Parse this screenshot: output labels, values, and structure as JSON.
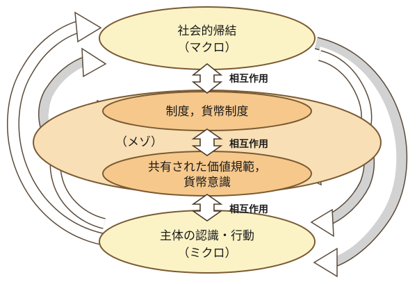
{
  "colors": {
    "macro_fill": "#fbf3c6",
    "meso_fill": "#f9dfb6",
    "inner_fill": "#f6c88c",
    "micro_fill": "#fbf3c6",
    "outline": "#7a5a32",
    "arrow_fill": "#ffffff",
    "arrow_shadow": "#c8c8c8"
  },
  "nodes": {
    "macro": {
      "line1": "社会的帰結",
      "line2": "（マクロ）"
    },
    "institution": {
      "line1": "制度，貨幣制度"
    },
    "meso": {
      "label": "（メゾ）"
    },
    "norms": {
      "line1": "共有された価値規範，",
      "line2": "貨幣意識"
    },
    "micro": {
      "line1": "主体の認識・行動",
      "line2": "（ミクロ）"
    }
  },
  "interactions": [
    {
      "label": "相互作用"
    },
    {
      "label": "相互作用"
    },
    {
      "label": "相互作用"
    }
  ]
}
